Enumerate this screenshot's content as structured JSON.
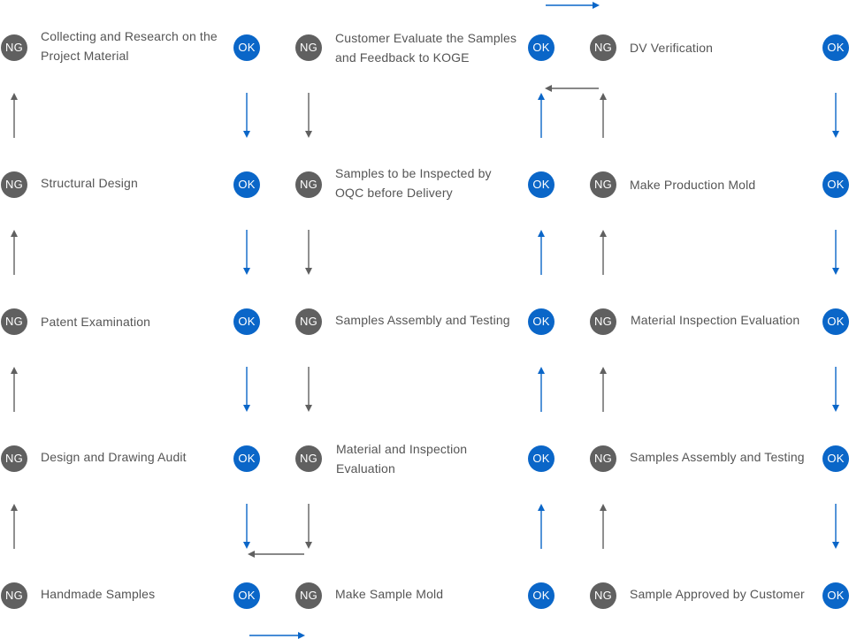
{
  "badges": {
    "ng": "NG",
    "ok": "OK"
  },
  "colors": {
    "ng": "#606060",
    "ok": "#0a66c8",
    "text": "#555555"
  },
  "columns": [
    {
      "steps": [
        "Collecting and Research on the Project Material",
        "Structural Design",
        "Patent Examination",
        "Design and Drawing Audit",
        "Handmade Samples"
      ]
    },
    {
      "steps": [
        "Customer Evaluate the Samples and Feedback to KOGE",
        "Samples to be Inspected by OQC before Delivery",
        "Samples Assembly and Testing",
        "Material and Inspection Evaluation",
        "Make Sample Mold"
      ]
    },
    {
      "steps": [
        "DV Verification",
        "Make Production Mold",
        "Material Inspection Evaluation",
        "Samples Assembly and Testing",
        "Sample Approved by Customer"
      ]
    }
  ]
}
